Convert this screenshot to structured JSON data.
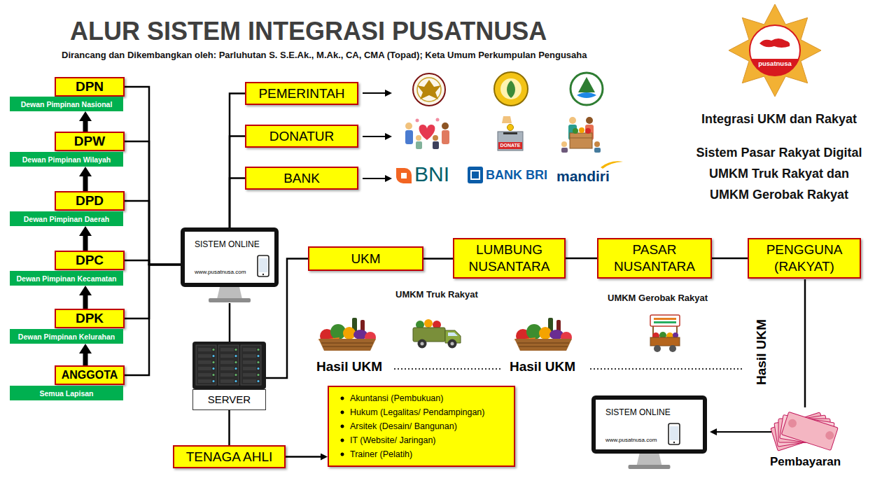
{
  "diagram": {
    "title": "ALUR SISTEM INTEGRASI PUSATNUSA",
    "nodes": [
      {
        "text": [
          "DPN"
        ]
      },
      {
        "text": [
          "Dewan Pimpinan Nasional"
        ]
      },
      {
        "text": [
          "DPW"
        ]
      },
      {
        "text": [
          "Dewan Pimpinan Wilayah"
        ]
      },
      {
        "text": [
          "DPD"
        ]
      },
      {
        "text": [
          "Dewan Pimpinan Daerah"
        ]
      },
      {
        "text": [
          "DPC"
        ]
      },
      {
        "text": [
          "Dewan Pimpinan Kecamatan"
        ]
      },
      {
        "text": [
          "DPK"
        ]
      },
      {
        "text": [
          "Dewan Pimpinan Kelurahan"
        ]
      },
      {
        "text": [
          "ANGGOTA"
        ]
      },
      {
        "text": [
          "Semua Lapisan"
        ]
      },
      {
        "text": [
          "PEMERINTAH"
        ]
      },
      {
        "text": [
          "DONATUR"
        ]
      },
      {
        "text": [
          "BANK"
        ]
      },
      {
        "text": [
          "SISTEM ONLINE",
          "www.pusatnusa.com"
        ]
      },
      {
        "text": [
          "UKM"
        ]
      },
      {
        "text": [
          "LUMBUNG NUSANTARA"
        ]
      },
      {
        "text": [
          "PASAR NUSANTARA"
        ]
      },
      {
        "text": [
          "PENGGUNA (RAKYAT)"
        ]
      },
      {
        "text": [
          "SERVER"
        ]
      },
      {
        "text": [
          "TENAGA AHLI"
        ]
      },
      {
        "text": [
          "Akuntansi (Pembukuan)",
          "Hukum (Legalitas/ Pendampingan)",
          "Arsitek (Desain/ Bangunan)",
          "IT (Website/ Jaringan)",
          "Trainer (Pelatih)"
        ]
      },
      {
        "text": [
          "SISTEM ONLINE",
          "www.pusatnusa.com"
        ]
      }
    ],
    "edges": [
      {
        "from": 2,
        "to": 1,
        "arrow": "to"
      },
      {
        "from": 4,
        "to": 3,
        "arrow": "to"
      },
      {
        "from": 6,
        "to": 5,
        "arrow": "to"
      },
      {
        "from": 8,
        "to": 7,
        "arrow": "to"
      },
      {
        "from": 10,
        "to": 9,
        "arrow": "to"
      },
      {
        "from": 0,
        "to": 15,
        "arrow": "none"
      },
      {
        "from": 2,
        "to": 15,
        "arrow": "none"
      },
      {
        "from": 4,
        "to": 15,
        "arrow": "none"
      },
      {
        "from": 6,
        "to": 15,
        "arrow": "none"
      },
      {
        "from": 8,
        "to": 15,
        "arrow": "none"
      },
      {
        "from": 10,
        "to": 15,
        "arrow": "none"
      },
      {
        "from": 15,
        "to": 12,
        "arrow": "none"
      },
      {
        "from": 15,
        "to": 13,
        "arrow": "none"
      },
      {
        "from": 15,
        "to": 14,
        "arrow": "none"
      },
      {
        "from": 15,
        "to": 20,
        "arrow": "none"
      },
      {
        "from": 20,
        "to": 16,
        "arrow": "none"
      },
      {
        "from": 16,
        "to": 17,
        "arrow": "none"
      },
      {
        "from": 17,
        "to": 18,
        "arrow": "none"
      },
      {
        "from": 18,
        "to": 19,
        "arrow": "none"
      },
      {
        "from": 20,
        "to": 21,
        "arrow": "none"
      },
      {
        "from": 21,
        "to": 22,
        "arrow": "to"
      }
    ],
    "labels": [
      "Dirancang dan Dikembangkan oleh: Parluhutan S. S.E.Ak., M.Ak., CA, CMA (Topad); Keta Umum Perkumpulan Pengusaha",
      "pusatnusa",
      "Integrasi UKM dan Rakyat",
      "Sistem Pasar Rakyat Digital UMKM Truk Rakyat dan UMKM Gerobak Rakyat",
      "DONATE",
      "BNI",
      "BANK BRI",
      "mandiri",
      "UMKM Truk Rakyat",
      "UMKM Gerobak Rakyat",
      "Hasil UKM",
      "Hasil UKM",
      "Hasil UKM",
      "Pembayaran"
    ]
  }
}
